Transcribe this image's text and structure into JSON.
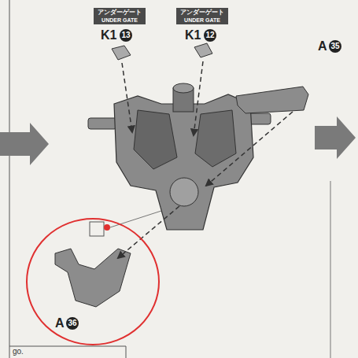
{
  "diagram": {
    "nodes": [
      {
        "text": [
          "アンダーゲート",
          "UNDER GATE"
        ]
      },
      {
        "text": [
          "アンダーゲート",
          "UNDER GATE"
        ]
      }
    ],
    "labels": [
      "K1",
      "13",
      "K1",
      "12",
      "A",
      "35",
      "A",
      "36",
      "go."
    ]
  }
}
